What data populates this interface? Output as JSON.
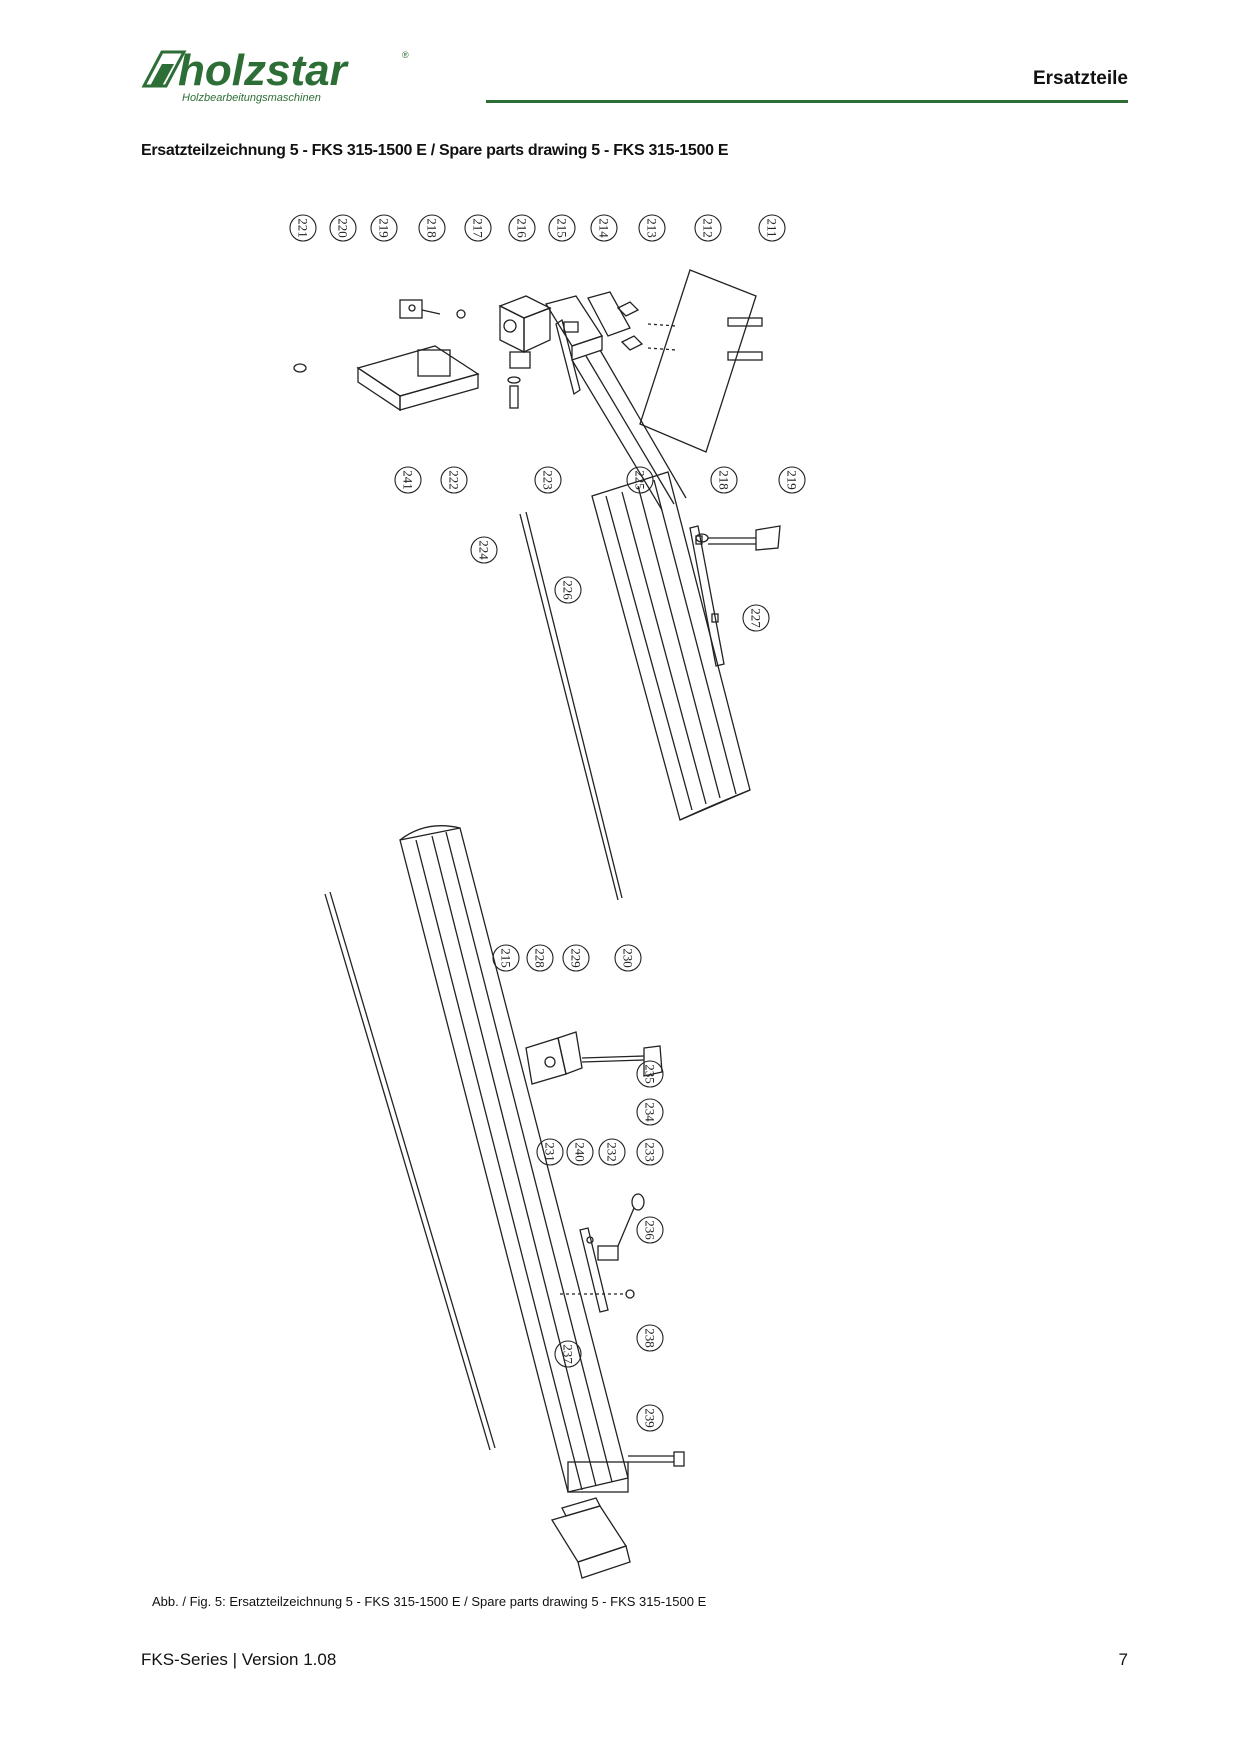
{
  "header": {
    "logo_text": "holzstar",
    "logo_registered": "®",
    "logo_subtitle": "Holzbearbeitungsmaschinen",
    "section_title": "Ersatzteile",
    "accent_color": "#2d6e36"
  },
  "heading": "Ersatzteilzeichnung 5 - FKS 315-1500 E / Spare parts drawing 5 - FKS 315-1500 E",
  "drawing": {
    "callouts": [
      "221",
      "220",
      "219",
      "218",
      "217",
      "216",
      "215",
      "214",
      "213",
      "212",
      "211",
      "241",
      "222",
      "223",
      "225",
      "218",
      "219",
      "224",
      "226",
      "227",
      "215",
      "228",
      "229",
      "230",
      "231",
      "240",
      "232",
      "233",
      "234",
      "235",
      "236",
      "237",
      "238",
      "239"
    ]
  },
  "caption": "Abb. / Fig. 5: Ersatzteilzeichnung 5 - FKS 315-1500 E / Spare parts drawing 5 - FKS 315-1500 E",
  "footer": {
    "left": "FKS-Series | Version 1.08",
    "page_number": "7"
  }
}
